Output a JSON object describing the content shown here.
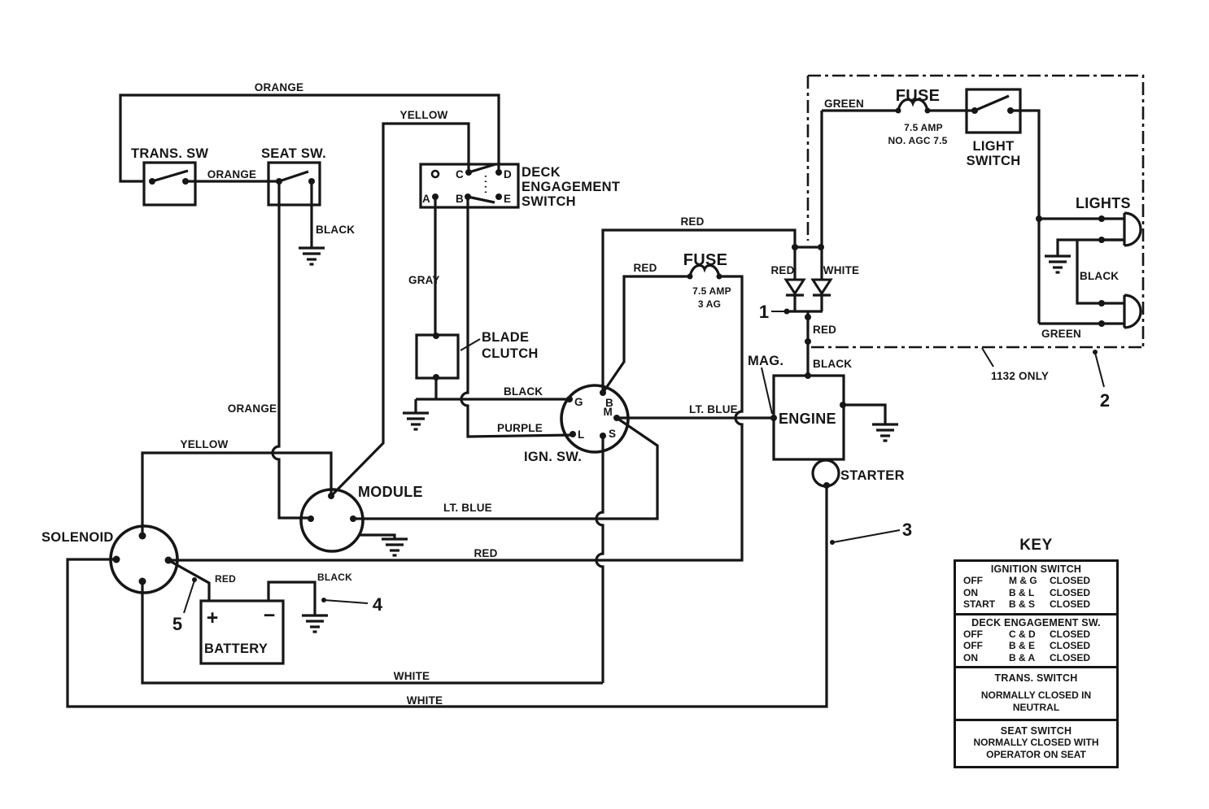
{
  "diagram": {
    "colors": {
      "ink": "#161616",
      "bg": "#ffffff"
    },
    "wire_labels": {
      "orange_top": "ORANGE",
      "orange_mid": "ORANGE",
      "orange_vert": "ORANGE",
      "yellow_top": "YELLOW",
      "yellow_mid": "YELLOW",
      "black_seat": "BLACK",
      "black_clutch": "BLACK",
      "black_battery": "BLACK",
      "black_engine_feed": "BLACK",
      "black_lights": "BLACK",
      "gray": "GRAY",
      "purple": "PURPLE",
      "red_top": "RED",
      "red_fuse": "RED",
      "red_diode": "RED",
      "red_engine_feed": "RED",
      "red_row": "RED",
      "red_battery": "RED",
      "white_diode": "WHITE",
      "white_upper": "WHITE",
      "white_lower": "WHITE",
      "lt_blue_engine": "LT. BLUE",
      "lt_blue_module": "LT. BLUE",
      "green_top": "GREEN",
      "green_lamp": "GREEN"
    },
    "components": {
      "trans_switch": "TRANS. SW",
      "seat_switch": "SEAT SW.",
      "deck_switch_line1": "DECK",
      "deck_switch_line2": "ENGAGEMENT",
      "deck_switch_line3": "SWITCH",
      "blade_clutch_line1": "BLADE",
      "blade_clutch_line2": "CLUTCH",
      "ignition_switch": "IGN. SW.",
      "module": "MODULE",
      "solenoid": "SOLENOID",
      "battery": "BATTERY",
      "engine": "ENGINE",
      "starter": "STARTER",
      "mag": "MAG.",
      "fuse_mid": "FUSE",
      "fuse_mid_rating": "7.5 AMP",
      "fuse_mid_type": "3 AG",
      "fuse_right": "FUSE",
      "fuse_right_rating": "7.5 AMP",
      "fuse_right_part": "NO. AGC 7.5",
      "light_switch_line1": "LIGHT",
      "light_switch_line2": "SWITCH",
      "lights": "LIGHTS",
      "note_1132": "1132 ONLY"
    },
    "terminals": {
      "deck_c": "C",
      "deck_d": "D",
      "deck_a": "A",
      "deck_b": "B",
      "deck_e": "E",
      "ign_g": "G",
      "ign_b": "B",
      "ign_m": "M",
      "ign_l": "L",
      "ign_s": "S",
      "battery_plus": "+",
      "battery_minus": "−"
    },
    "callouts": {
      "c1": "1",
      "c2": "2",
      "c3": "3",
      "c4": "4",
      "c5": "5"
    }
  },
  "key_table": {
    "title": "KEY",
    "ignition": {
      "header": "IGNITION SWITCH",
      "rows": [
        {
          "state": "OFF",
          "pair": "M & G",
          "closed": "CLOSED"
        },
        {
          "state": "ON",
          "pair": "B & L",
          "closed": "CLOSED"
        },
        {
          "state": "START",
          "pair": "B & S",
          "closed": "CLOSED"
        }
      ]
    },
    "deck": {
      "header": "DECK ENGAGEMENT SW.",
      "rows": [
        {
          "state": "OFF",
          "pair": "C & D",
          "closed": "CLOSED"
        },
        {
          "state": "OFF",
          "pair": "B & E",
          "closed": "CLOSED"
        },
        {
          "state": "ON",
          "pair": "B & A",
          "closed": "CLOSED"
        }
      ]
    },
    "trans": {
      "header": "TRANS. SWITCH",
      "line1": "NORMALLY CLOSED IN",
      "line2": "NEUTRAL"
    },
    "seat": {
      "header": "SEAT SWITCH",
      "line1": "NORMALLY CLOSED WITH",
      "line2": "OPERATOR ON SEAT"
    }
  }
}
